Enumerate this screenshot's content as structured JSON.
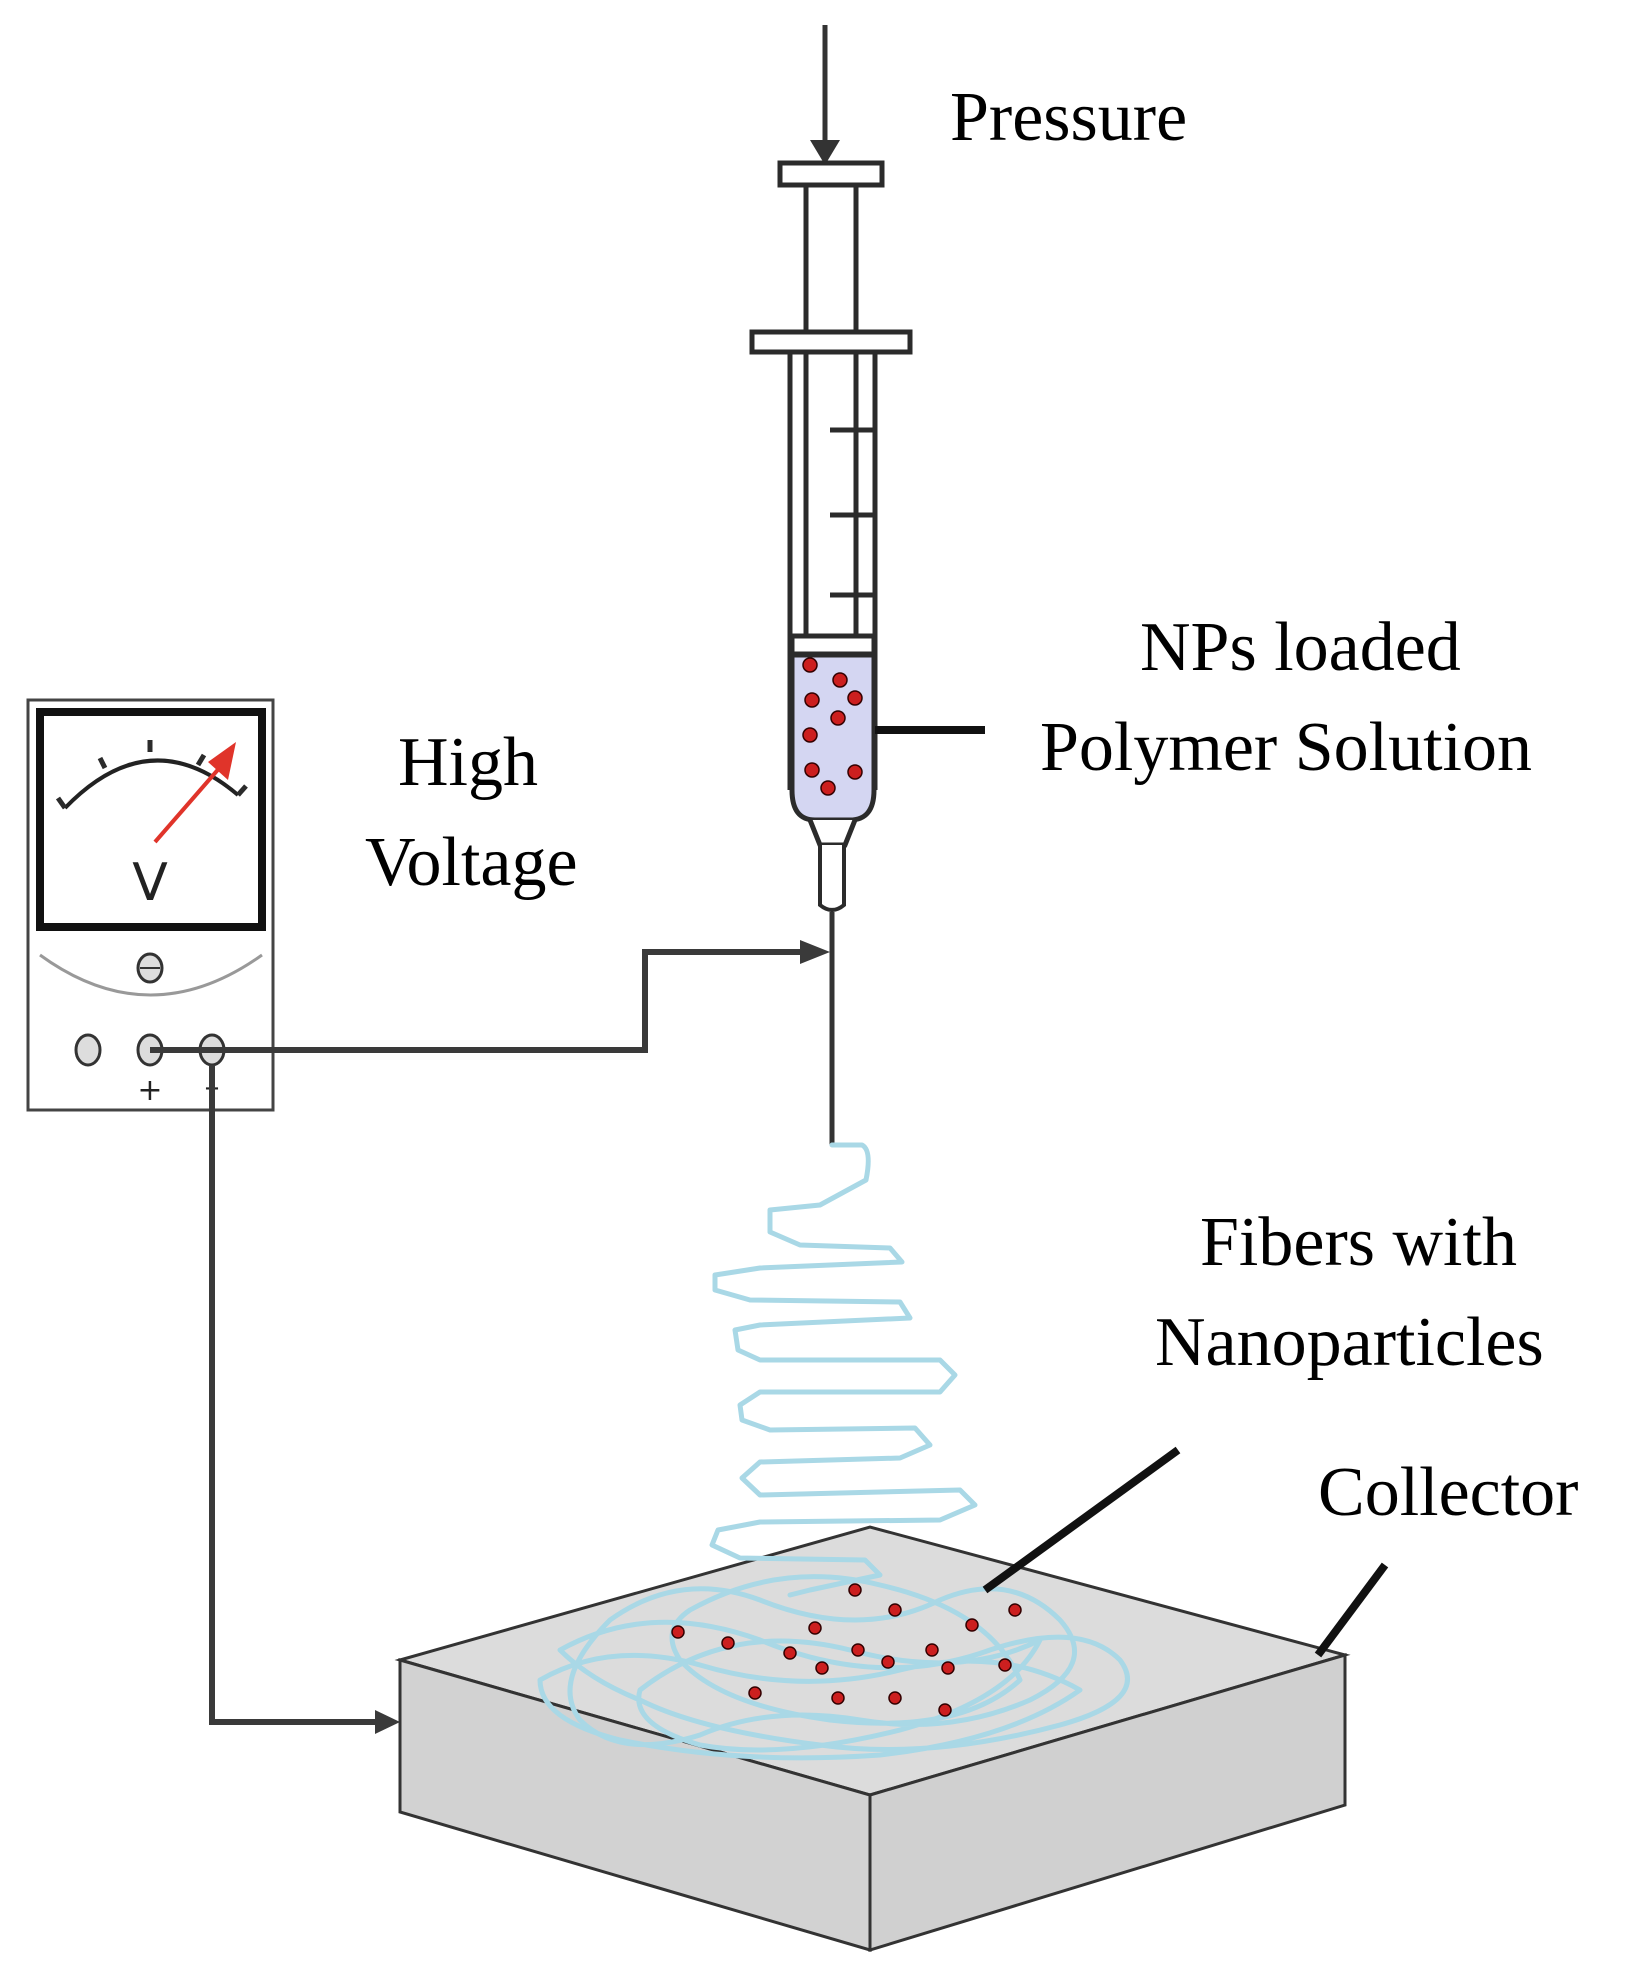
{
  "labels": {
    "pressure": "Pressure",
    "high_voltage_line1": "High",
    "high_voltage_line2": "Voltage",
    "solution_line1": "NPs loaded",
    "solution_line2": "Polymer Solution",
    "fibers_line1": "Fibers with",
    "fibers_line2": "Nanoparticles",
    "collector": "Collector"
  },
  "voltmeter": {
    "unit": "V",
    "plus": "+",
    "minus": "–"
  },
  "colors": {
    "fiber": "#a9d8e6",
    "nanoparticle": "#cc1f1f",
    "solution": "#d4d6f2",
    "needle": "#e0342a",
    "collector_top": "#dcdcdc",
    "collector_side": "#d2d2d2"
  }
}
